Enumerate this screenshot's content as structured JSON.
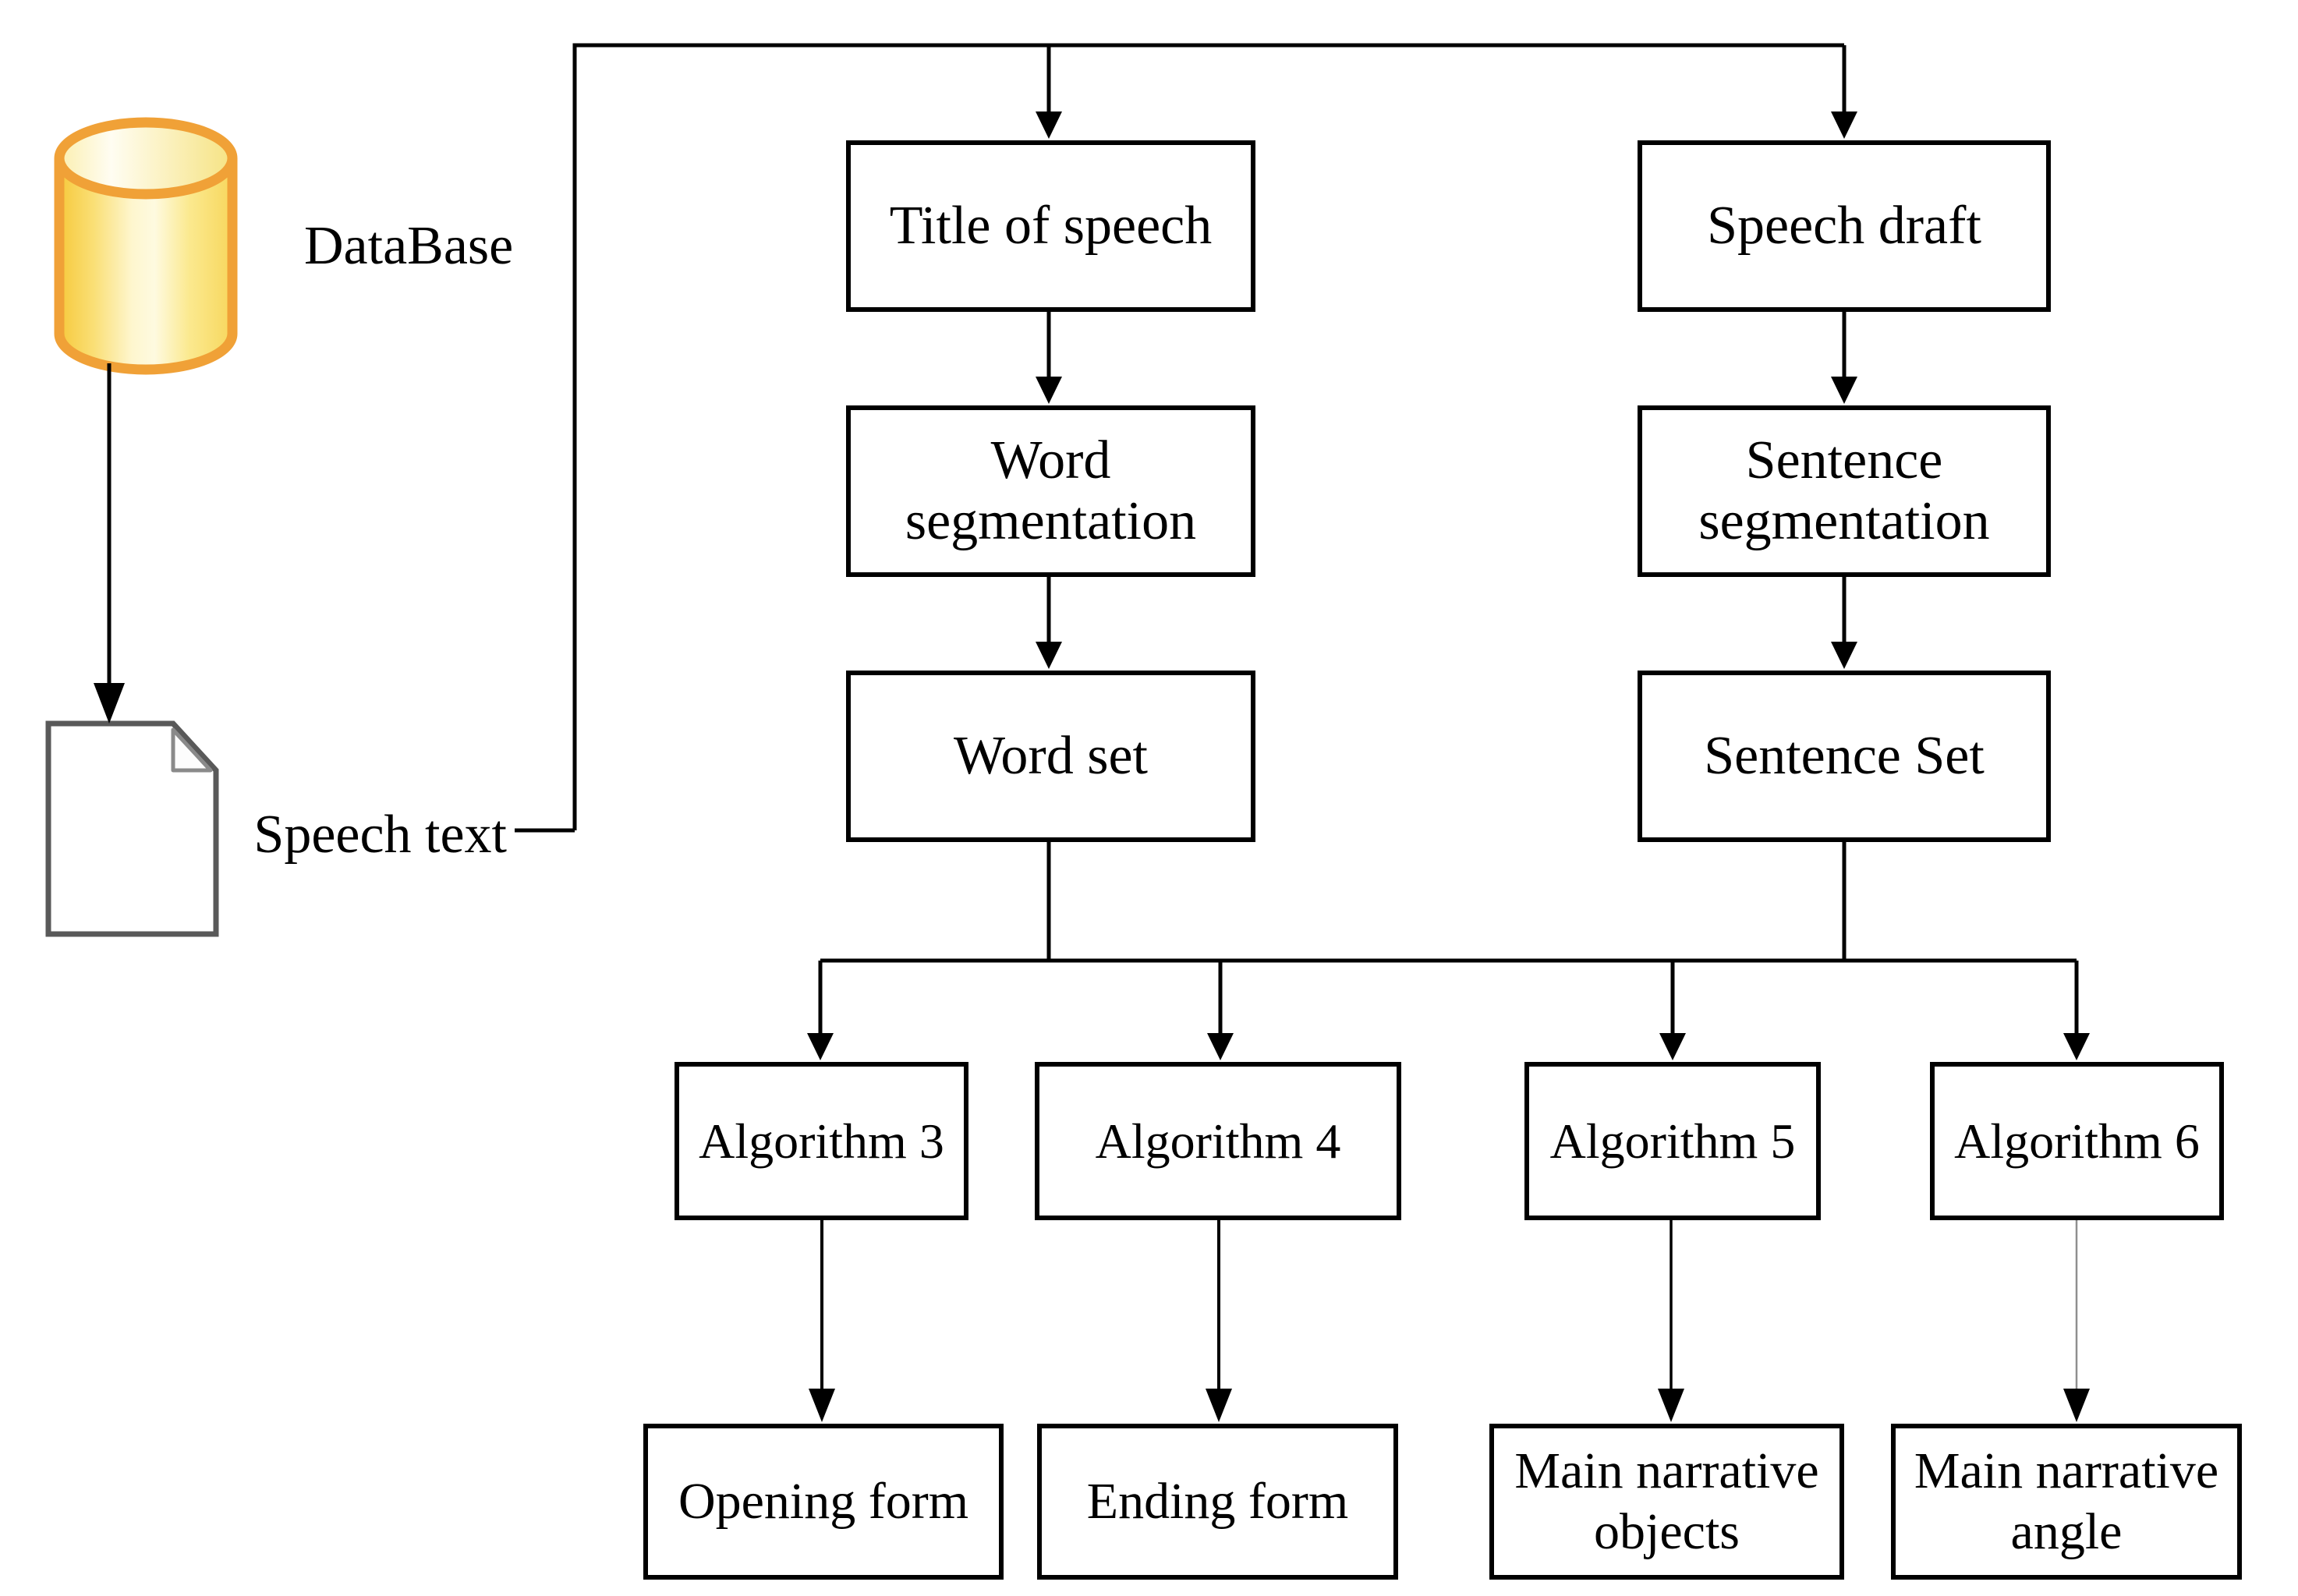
{
  "figure": {
    "type": "flowchart",
    "description": "Speech text processing pipeline from database to narrative algorithms"
  },
  "labels": {
    "database": "DataBase",
    "speech_text": "Speech text"
  },
  "icons": {
    "database": "database-cylinder-icon",
    "document": "speech-text-document-icon"
  },
  "colors": {
    "line": "#000000",
    "light_connector": "#8f8f8f",
    "box_border": "#000000",
    "box_fill": "#ffffff",
    "db_stroke": "#F0A137",
    "db_fill_left": "#F6C93C",
    "db_fill_light": "#FEFAE0",
    "db_fill_right": "#F7D75D",
    "doc_border": "#595959",
    "doc_fold": "#8a8a8a",
    "doc_line_start": "#9BACC8",
    "doc_line_end": "#4C7DC7"
  },
  "nodes": [
    {
      "id": "title-of-speech",
      "lines": [
        "Title of speech"
      ]
    },
    {
      "id": "speech-draft",
      "lines": [
        "Speech draft"
      ]
    },
    {
      "id": "word-segmentation",
      "lines": [
        "Word",
        "segmentation"
      ]
    },
    {
      "id": "sentence-segmentation",
      "lines": [
        "Sentence",
        "segmentation"
      ]
    },
    {
      "id": "word-set",
      "lines": [
        "Word set"
      ]
    },
    {
      "id": "sentence-set",
      "lines": [
        "Sentence Set"
      ]
    },
    {
      "id": "algorithm-3",
      "lines": [
        "Algorithm 3"
      ]
    },
    {
      "id": "algorithm-4",
      "lines": [
        "Algorithm 4"
      ]
    },
    {
      "id": "algorithm-5",
      "lines": [
        "Algorithm 5"
      ]
    },
    {
      "id": "algorithm-6",
      "lines": [
        "Algorithm 6"
      ]
    },
    {
      "id": "opening-form",
      "lines": [
        "Opening form"
      ]
    },
    {
      "id": "ending-form",
      "lines": [
        "Ending form"
      ]
    },
    {
      "id": "main-narrative-objects",
      "lines": [
        "Main narrative",
        "objects"
      ]
    },
    {
      "id": "main-narrative-angle",
      "lines": [
        "Main narrative",
        "angle"
      ]
    }
  ]
}
